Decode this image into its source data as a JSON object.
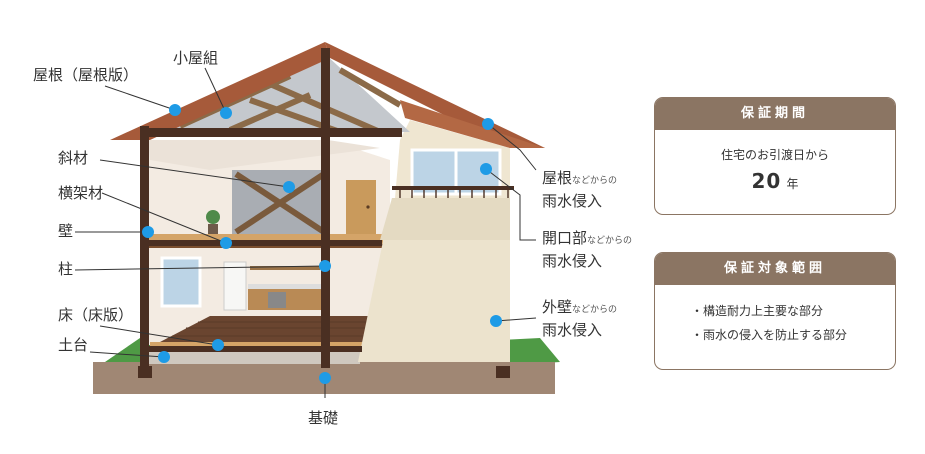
{
  "labels": {
    "roof": "屋根（屋根版）",
    "koyagumi": "小屋組",
    "shazai": "斜材",
    "yokokazai": "横架材",
    "kabe": "壁",
    "hashira": "柱",
    "yuka": "床（床版）",
    "dodai": "土台",
    "kiso": "基礎",
    "roof_leak_main": "屋根",
    "roof_leak_sub": "などからの",
    "roof_leak_line2": "雨水侵入",
    "opening_main": "開口部",
    "opening_sub": "などからの",
    "opening_line2": "雨水侵入",
    "wall_main": "外壁",
    "wall_sub": "などからの",
    "wall_line2": "雨水侵入"
  },
  "warranty_period": {
    "title": "保証期間",
    "text": "住宅のお引渡日から",
    "years": "20",
    "unit": "年"
  },
  "coverage": {
    "title": "保証対象範囲",
    "items": [
      "・構造耐力上主要な部分",
      "・雨水の侵入を防止する部分"
    ]
  },
  "colors": {
    "marker": "#1e9be6",
    "card_header": "#8b7563",
    "roof": "#a65a3a",
    "frame": "#4a2f22",
    "ground": "#a08774",
    "grass": "#4f9a45"
  }
}
